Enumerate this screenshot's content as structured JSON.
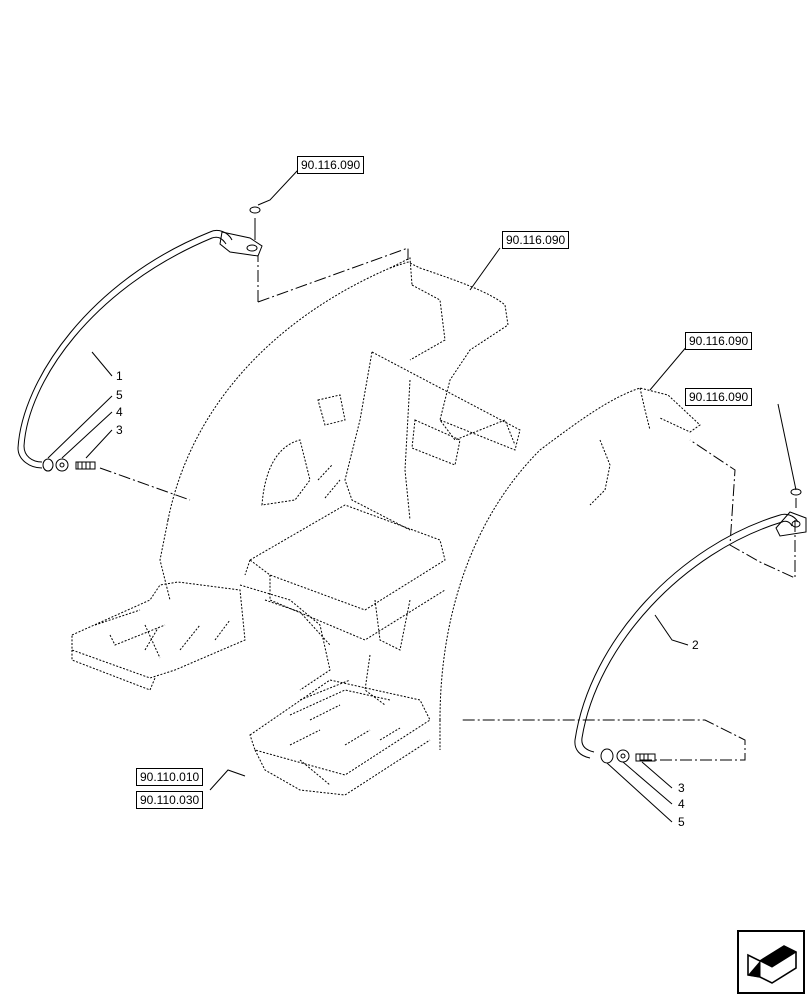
{
  "refs": {
    "top_left_bolt": "90.116.090",
    "frame_top": "90.116.090",
    "right_fender": "90.116.090",
    "right_bolt": "90.116.090",
    "platform_1": "90.110.010",
    "platform_2": "90.110.030"
  },
  "callouts": {
    "left_handle": "1",
    "left_5": "5",
    "left_4": "4",
    "left_3": "3",
    "right_handle": "2",
    "right_3": "3",
    "right_4": "4",
    "right_5": "5"
  },
  "icons": {
    "nav": "next-page-arrow-icon"
  }
}
